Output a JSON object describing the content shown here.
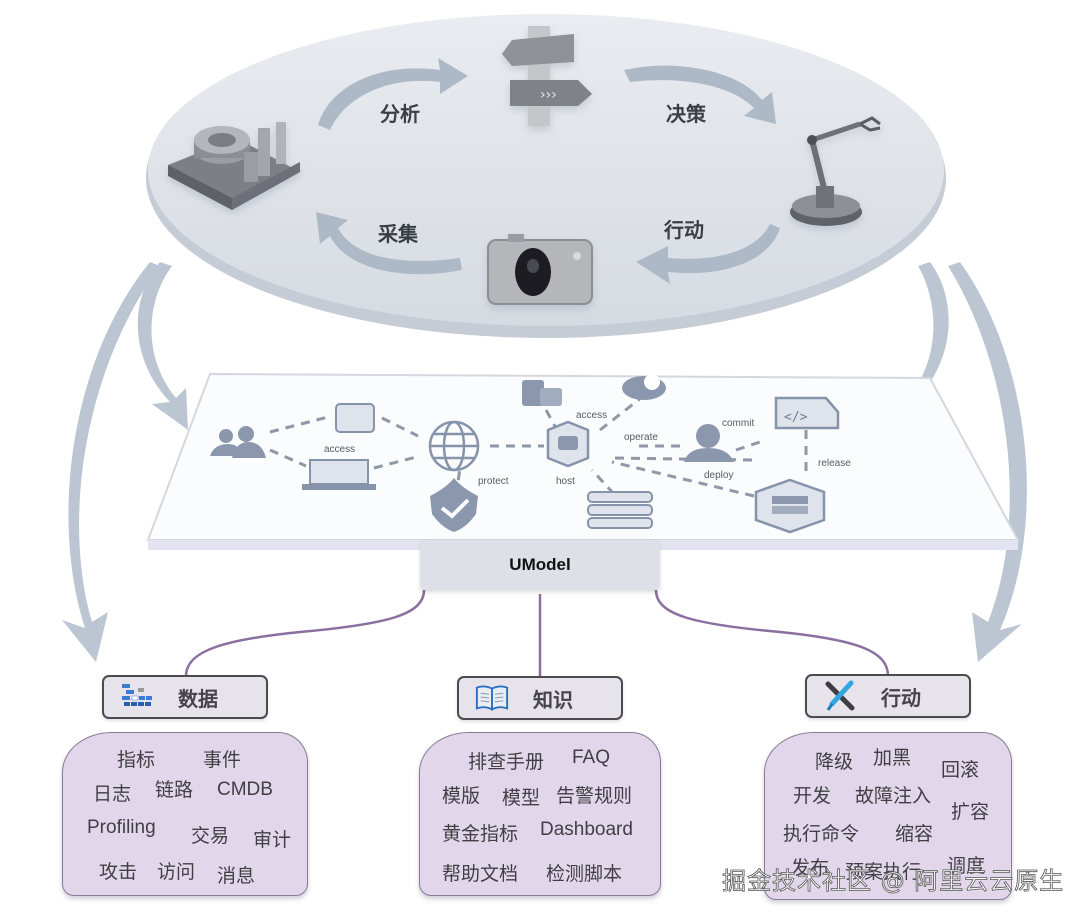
{
  "cycle": {
    "steps": [
      {
        "label": "分析",
        "icon": "signpost-icon"
      },
      {
        "label": "决策",
        "icon": "robot-arm-icon"
      },
      {
        "label": "行动",
        "icon": "camera-icon"
      },
      {
        "label": "采集",
        "icon": "factory-icon"
      }
    ]
  },
  "topology": {
    "labels": {
      "access_left": "access",
      "protect": "protect",
      "host": "host",
      "access_top": "access",
      "operate": "operate",
      "commit": "commit",
      "deploy": "deploy",
      "release": "release"
    }
  },
  "umodel": {
    "label": "UModel"
  },
  "categories": [
    {
      "title": "数据",
      "icon": "data-grid-icon",
      "tags": [
        "指标",
        "事件",
        "日志",
        "链路",
        "CMDB",
        "Profiling",
        "交易",
        "审计",
        "攻击",
        "访问",
        "消息"
      ]
    },
    {
      "title": "知识",
      "icon": "book-icon",
      "tags": [
        "排查手册",
        "FAQ",
        "模版",
        "模型",
        "告警规则",
        "黄金指标",
        "Dashboard",
        "帮助文档",
        "检测脚本"
      ]
    },
    {
      "title": "行动",
      "icon": "tools-icon",
      "tags": [
        "降级",
        "加黑",
        "回滚",
        "开发",
        "故障注入",
        "扩容",
        "执行命令",
        "缩容",
        "发布",
        "预案执行",
        "调度"
      ]
    }
  ],
  "colors": {
    "ellipse_fill": "#dfe3e9",
    "arrow": "#b9c3cf",
    "connector": "#8a6fa0",
    "box_fill": "#e2d7ea",
    "icon_stroke": "#8593ab"
  },
  "watermark": "掘金技术社区 @ 阿里云云原生"
}
